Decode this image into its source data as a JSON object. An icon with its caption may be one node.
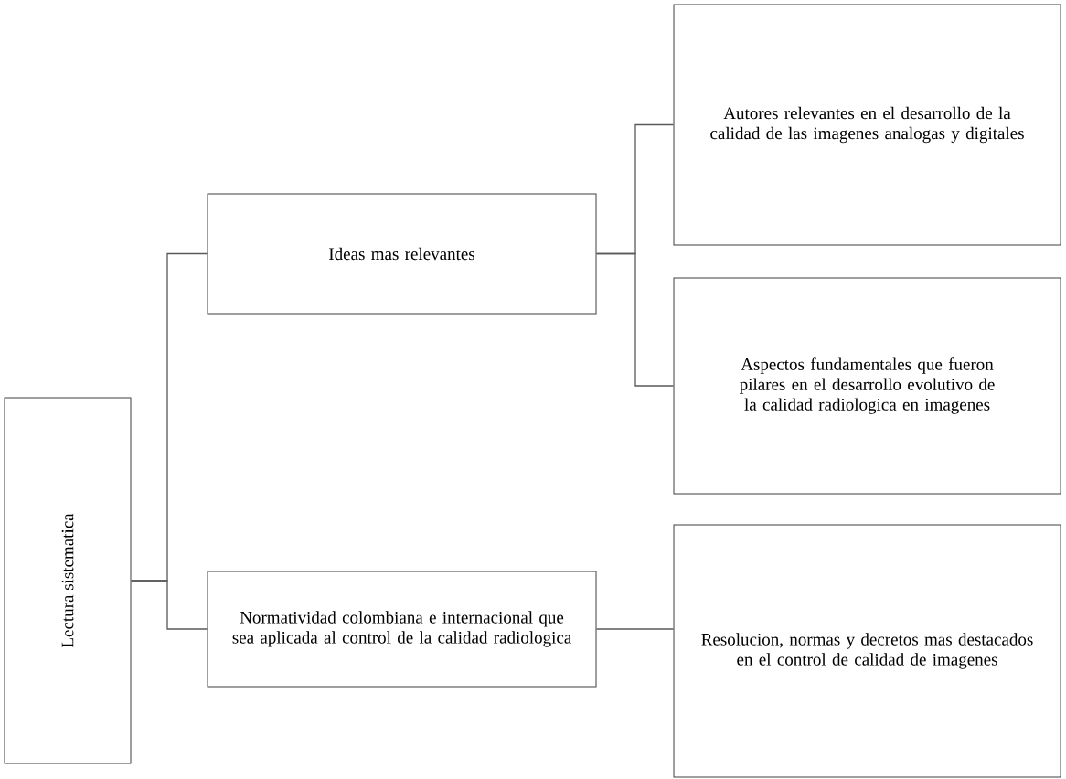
{
  "diagram": {
    "nodes": [
      {
        "text": [
          "Lectura sistematica"
        ]
      },
      {
        "text": [
          "Ideas mas relevantes"
        ]
      },
      {
        "text": [
          "Normatividad colombiana  e internacional que sea aplicada al control de la calidad radiologica"
        ]
      },
      {
        "text": [
          "Autores relevantes en el desarrollo de la calidad de las imagenes analogas y digitales"
        ]
      },
      {
        "text": [
          "Aspectos fundamentales que fueron pilares en el desarrollo evolutivo de la calidad radiologica en imagenes"
        ]
      },
      {
        "text": [
          "Resolucion, normas y decretos mas destacados en el control de calidad de imagenes"
        ]
      }
    ],
    "edges": [
      {
        "from": 0,
        "to": 1,
        "arrow": "none"
      },
      {
        "from": 0,
        "to": 2,
        "arrow": "none"
      },
      {
        "from": 1,
        "to": 3,
        "arrow": "none"
      },
      {
        "from": 1,
        "to": 4,
        "arrow": "none"
      },
      {
        "from": 2,
        "to": 5,
        "arrow": "none"
      }
    ]
  }
}
